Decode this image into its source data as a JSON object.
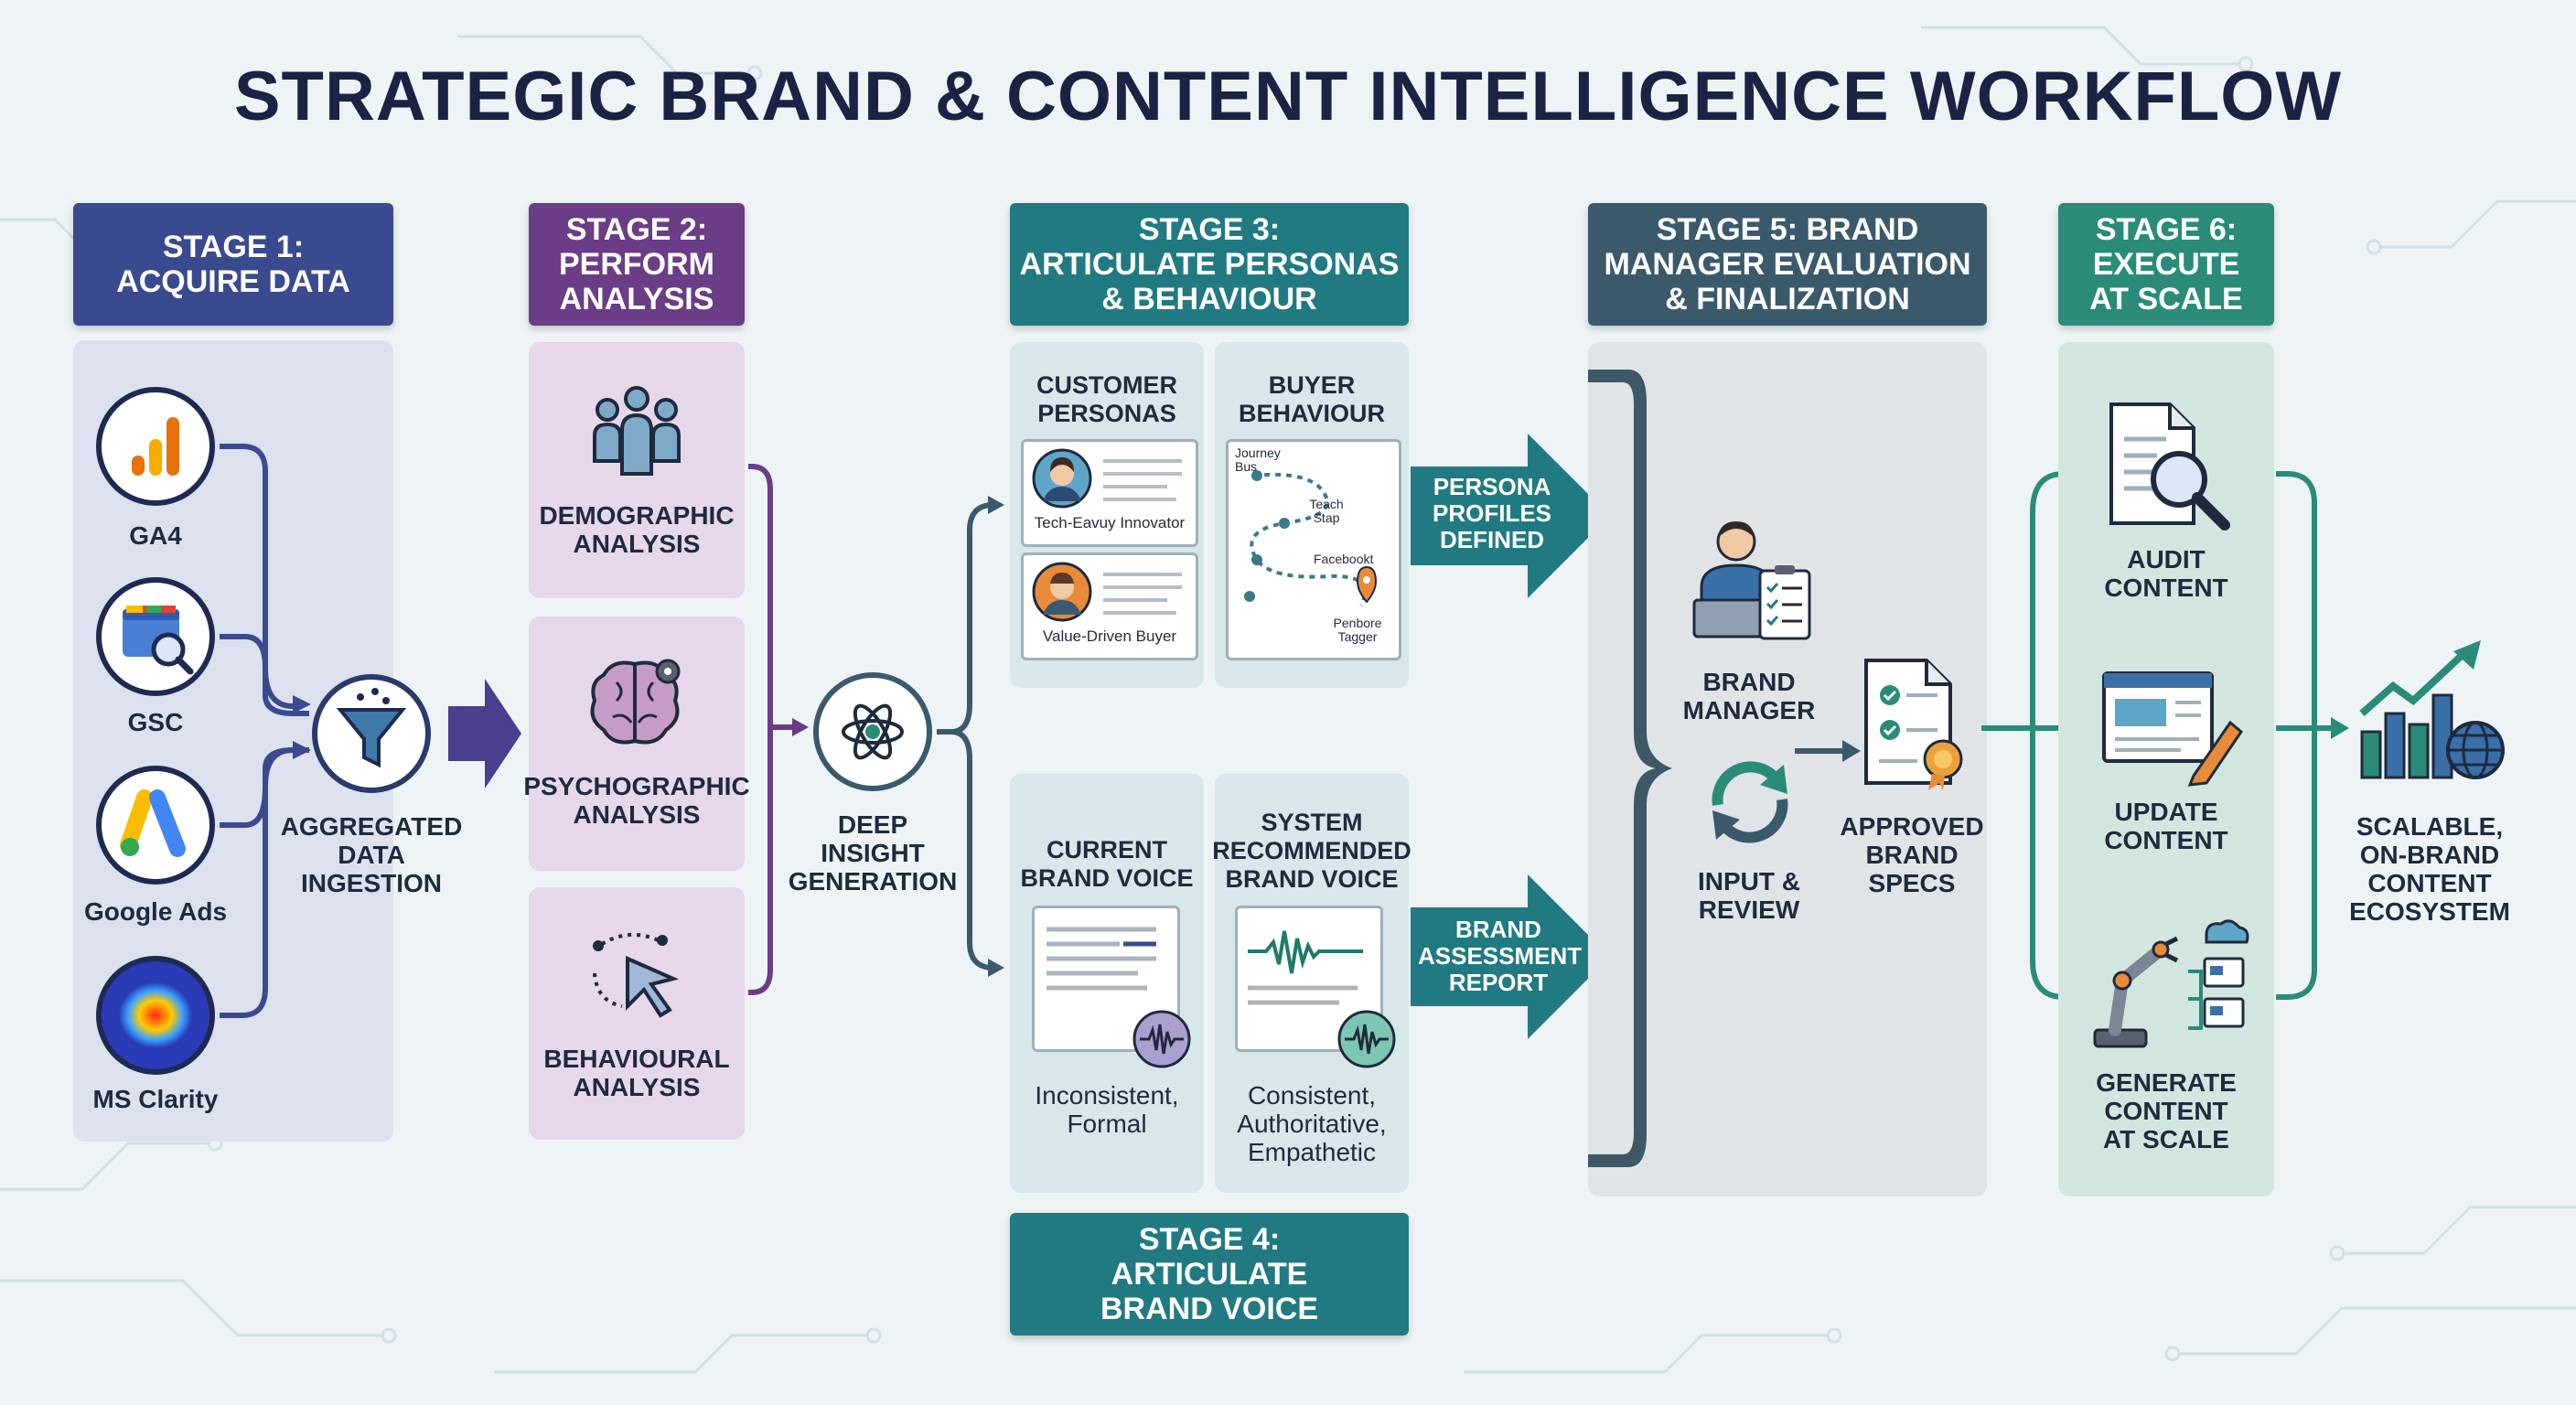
{
  "title": "STRATEGIC BRAND & CONTENT INTELLIGENCE WORKFLOW",
  "colors": {
    "stage1": "#3a4a8e",
    "stage2": "#6a3d86",
    "stage3": "#217a82",
    "stage4": "#217a82",
    "stage5": "#3a5a6c",
    "stage6": "#2a8b78"
  },
  "stages": {
    "s1": {
      "title": "STAGE 1:\nACQUIRE DATA",
      "items": [
        "GA4",
        "GSC",
        "Google Ads",
        "MS Clarity"
      ],
      "output": "AGGREGATED\nDATA\nINGESTION"
    },
    "s2": {
      "title": "STAGE 2:\nPERFORM\nANALYSIS",
      "items": [
        "DEMOGRAPHIC\nANALYSIS",
        "PSYCHOGRAPHIC\nANALYSIS",
        "BEHAVIOURAL\nANALYSIS"
      ],
      "output": "DEEP\nINSIGHT\nGENERATION"
    },
    "s3": {
      "title": "STAGE 3:\nARTICULATE PERSONAS\n& BEHAVIOUR",
      "personas_title": "CUSTOMER\nPERSONAS",
      "persona_cards": [
        "Tech-Eavuy Innovator",
        "Value-Driven Buyer"
      ],
      "behaviour_title": "BUYER\nBEHAVIOUR",
      "journey_labels": [
        "Journey\nBus",
        "Teach\nStap",
        "Facebookt",
        "Penbore\nTagger"
      ],
      "output": "PERSONA\nPROFILES\nDEFINED"
    },
    "s4": {
      "title": "STAGE 4:\nARTICULATE\nBRAND VOICE",
      "current_title": "CURRENT\nBRAND VOICE",
      "current_desc": "Inconsistent,\nFormal",
      "recommended_title": "SYSTEM\nRECOMMENDED\nBRAND VOICE",
      "recommended_desc": "Consistent,\nAuthoritative,\nEmpathetic",
      "output": "BRAND\nASSESSMENT\nREPORT"
    },
    "s5": {
      "title": "STAGE 5: BRAND\nMANAGER EVALUATION\n& FINALIZATION",
      "manager": "BRAND\nMANAGER",
      "review": "INPUT &\nREVIEW",
      "approved": "APPROVED\nBRAND\nSPECS"
    },
    "s6": {
      "title": "STAGE 6:\nEXECUTE\nAT SCALE",
      "items": [
        "AUDIT\nCONTENT",
        "UPDATE\nCONTENT",
        "GENERATE\nCONTENT\nAT SCALE"
      ]
    }
  },
  "final_output": "SCALABLE,\nON-BRAND\nCONTENT\nECOSYSTEM"
}
